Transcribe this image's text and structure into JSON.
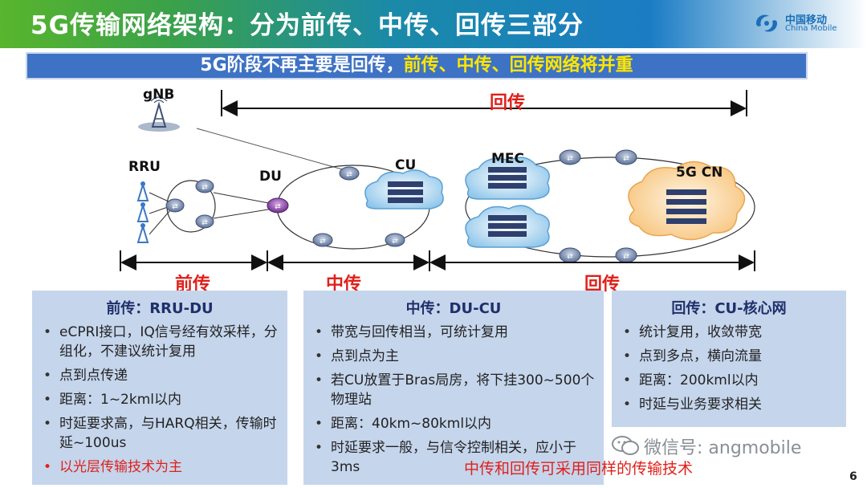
{
  "header": {
    "title": "5G传输网络架构：分为前传、中传、回传三部分",
    "logo_cn": "中国移动",
    "logo_en": "China Mobile"
  },
  "subtitle": {
    "part1": "5G阶段不再主要是回传，",
    "part2": "前传、中传、回传网络将并重"
  },
  "diagram": {
    "nodes": {
      "gnb": "gNB",
      "rru": "RRU",
      "du": "DU",
      "cu": "CU",
      "mec": "MEC",
      "core": "5G CN"
    },
    "top_span_label": "回传",
    "segments": {
      "fronthaul": "前传",
      "midhaul": "中传",
      "backhaul": "回传"
    }
  },
  "panels": [
    {
      "title": "前传：RRU-DU",
      "items": [
        {
          "text": "eCPRI接口，IQ信号经有效采样，分组化，不建议统计复用",
          "red": false
        },
        {
          "text": "点到点传递",
          "red": false
        },
        {
          "text": "距离：1~2kml以内",
          "red": false
        },
        {
          "text": "时延要求高，与HARQ相关，传输时延~100us",
          "red": false
        },
        {
          "text": "以光层传输技术为主",
          "red": true
        }
      ]
    },
    {
      "title": "中传：DU-CU",
      "items": [
        {
          "text": "带宽与回传相当，可统计复用",
          "red": false
        },
        {
          "text": "点到点为主",
          "red": false
        },
        {
          "text": "若CU放置于Bras局房，将下挂300~500个物理站",
          "red": false
        },
        {
          "text": "距离：40km~80kml以内",
          "red": false
        },
        {
          "text": "时延要求一般，与信令控制相关，应小于3ms",
          "red": false
        }
      ]
    },
    {
      "title": "回传：CU-核心网",
      "items": [
        {
          "text": "统计复用，收敛带宽",
          "red": false
        },
        {
          "text": "点到多点，横向流量",
          "red": false
        },
        {
          "text": "距离：200kml以内",
          "red": false
        },
        {
          "text": "时延与业务要求相关",
          "red": false
        }
      ]
    }
  ],
  "note": "中传和回传可采用同样的传输技术",
  "watermark": "微信号: angmobile",
  "page_number": "6",
  "colors": {
    "accent_red": "#e0201a",
    "subtitle_bg": "#3e72c4",
    "panel_bg": "#c5d5ec",
    "subtitle_highlight": "#ffe600"
  }
}
